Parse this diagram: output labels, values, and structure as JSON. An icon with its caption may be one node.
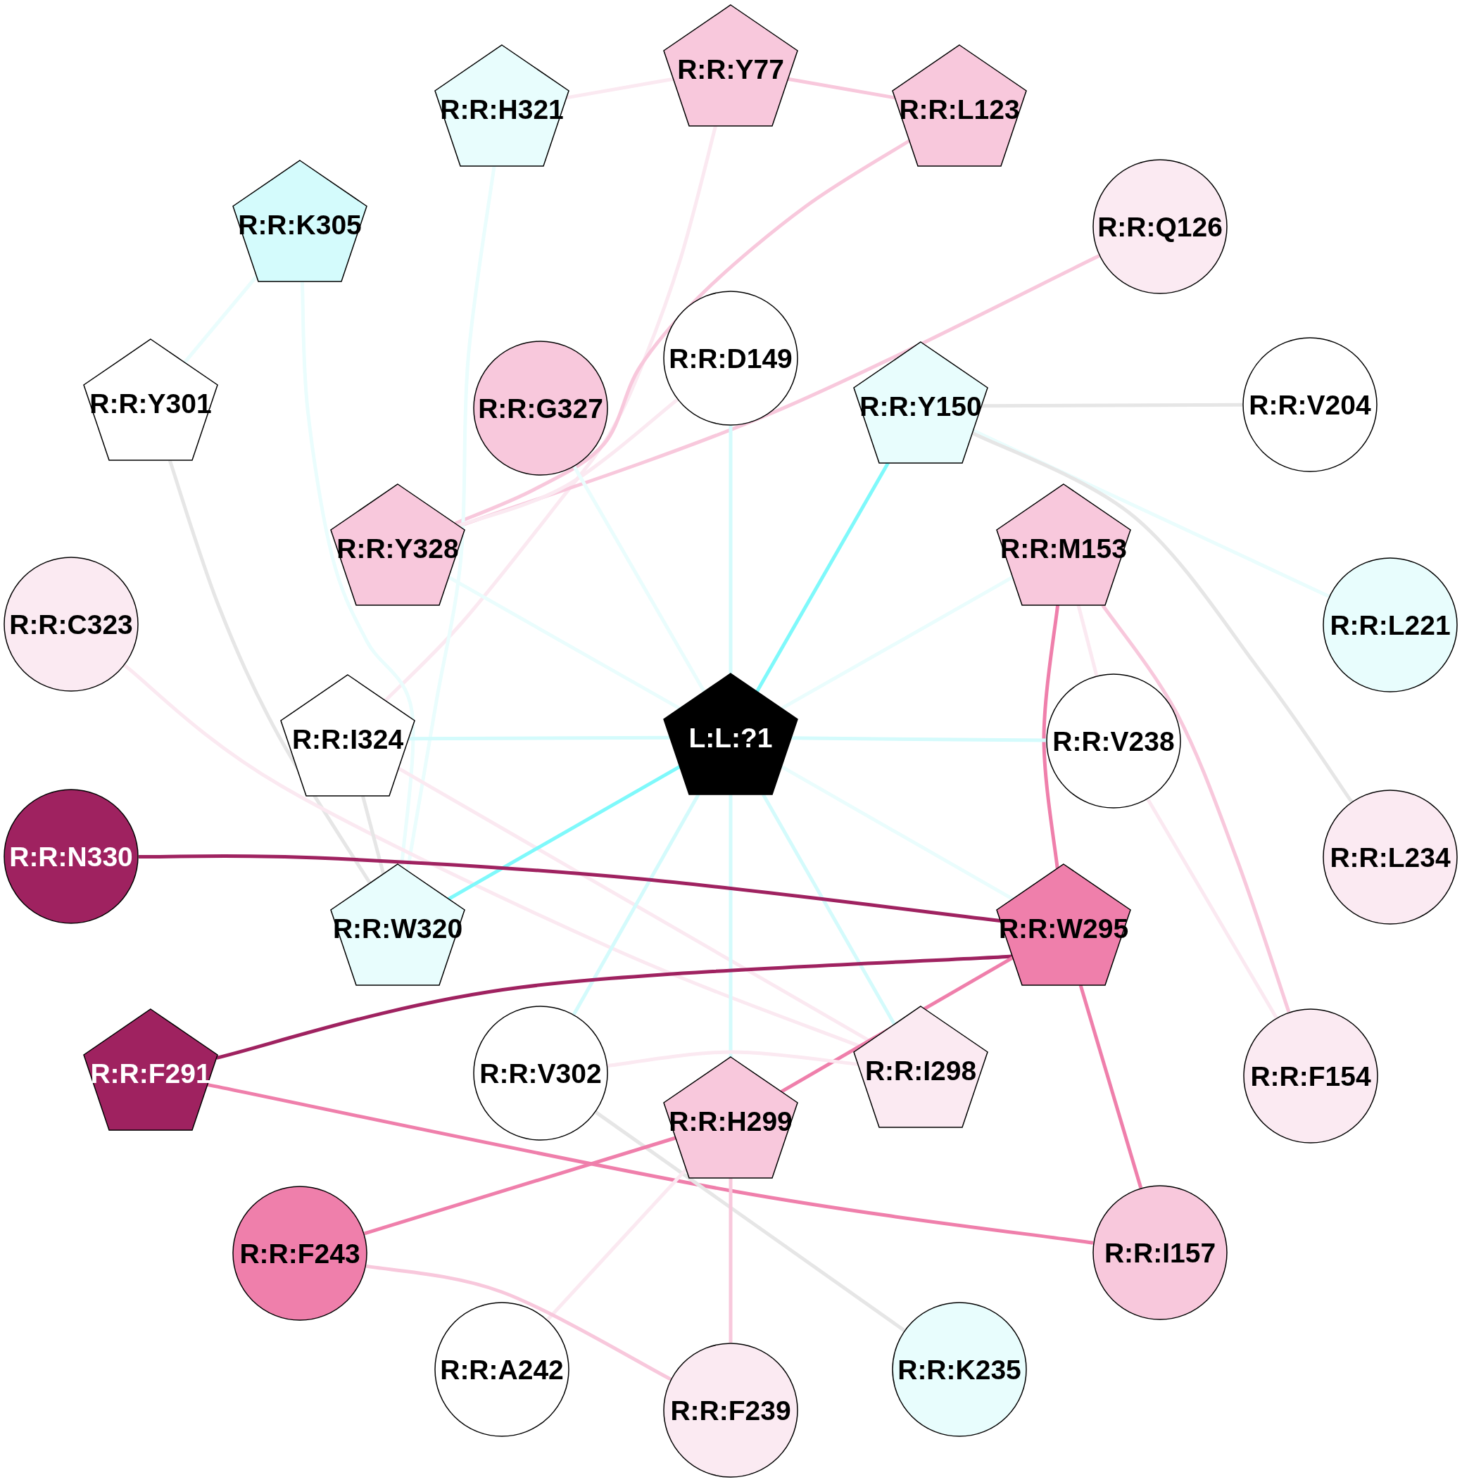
{
  "diagram": {
    "nodes": [
      {
        "text": [
          "R:R:Y77"
        ]
      },
      {
        "text": [
          "R:R:H321"
        ]
      },
      {
        "text": [
          "R:R:L123"
        ]
      },
      {
        "text": [
          "R:R:K305"
        ]
      },
      {
        "text": [
          "R:R:Q126"
        ]
      },
      {
        "text": [
          "R:R:D149"
        ]
      },
      {
        "text": [
          "R:R:Y301"
        ]
      },
      {
        "text": [
          "R:R:Y150"
        ]
      },
      {
        "text": [
          "R:R:G327"
        ]
      },
      {
        "text": [
          "R:R:V204"
        ]
      },
      {
        "text": [
          "R:R:Y328"
        ]
      },
      {
        "text": [
          "R:R:M153"
        ]
      },
      {
        "text": [
          "R:R:C323"
        ]
      },
      {
        "text": [
          "R:R:L221"
        ]
      },
      {
        "text": [
          "R:R:I324"
        ]
      },
      {
        "text": [
          "L:L:?1"
        ]
      },
      {
        "text": [
          "R:R:V238"
        ]
      },
      {
        "text": [
          "R:R:N330"
        ]
      },
      {
        "text": [
          "R:R:L234"
        ]
      },
      {
        "text": [
          "R:R:W320"
        ]
      },
      {
        "text": [
          "R:R:W295"
        ]
      },
      {
        "text": [
          "R:R:F291"
        ]
      },
      {
        "text": [
          "R:R:V302"
        ]
      },
      {
        "text": [
          "R:R:I298"
        ]
      },
      {
        "text": [
          "R:R:F154"
        ]
      },
      {
        "text": [
          "R:R:H299"
        ]
      },
      {
        "text": [
          "R:R:F243"
        ]
      },
      {
        "text": [
          "R:R:I157"
        ]
      },
      {
        "text": [
          "R:R:A242"
        ]
      },
      {
        "text": [
          "R:R:K235"
        ]
      },
      {
        "text": [
          "R:R:F239"
        ]
      }
    ],
    "edges": [
      {
        "from": 1,
        "to": 0,
        "arrow": "none",
        "color": "#fbe9f1"
      },
      {
        "from": 0,
        "to": 2,
        "arrow": "none",
        "color": "#f8c8dc"
      },
      {
        "from": 0,
        "to": 14,
        "arrow": "none",
        "color": "#fbe9f1"
      },
      {
        "from": 2,
        "to": 10,
        "arrow": "none",
        "color": "#f8c8dc"
      },
      {
        "from": 4,
        "to": 10,
        "arrow": "none",
        "color": "#f8c8dc"
      },
      {
        "from": 3,
        "to": 6,
        "arrow": "none",
        "color": "#eafdfd"
      },
      {
        "from": 3,
        "to": 19,
        "arrow": "none",
        "color": "#eafdfd"
      },
      {
        "from": 1,
        "to": 19,
        "arrow": "none",
        "color": "#eafdfd"
      },
      {
        "from": 5,
        "to": 10,
        "arrow": "none",
        "color": "#fbe9f1"
      },
      {
        "from": 5,
        "to": 15,
        "arrow": "none",
        "color": "#d4fbfc"
      },
      {
        "from": 7,
        "to": 9,
        "arrow": "none",
        "color": "#e6e6e6"
      },
      {
        "from": 7,
        "to": 15,
        "arrow": "none",
        "color": "#7ff9fb"
      },
      {
        "from": 7,
        "to": 13,
        "arrow": "none",
        "color": "#eafdfd"
      },
      {
        "from": 7,
        "to": 18,
        "arrow": "none",
        "color": "#e6e6e6"
      },
      {
        "from": 6,
        "to": 19,
        "arrow": "none",
        "color": "#e6e6e6"
      },
      {
        "from": 8,
        "to": 15,
        "arrow": "none",
        "color": "#eafdfd"
      },
      {
        "from": 10,
        "to": 15,
        "arrow": "none",
        "color": "#eafdfd"
      },
      {
        "from": 11,
        "to": 15,
        "arrow": "none",
        "color": "#eafdfd"
      },
      {
        "from": 11,
        "to": 20,
        "arrow": "none",
        "color": "#ef7fab"
      },
      {
        "from": 11,
        "to": 16,
        "arrow": "none",
        "color": "#fbe9f1"
      },
      {
        "from": 11,
        "to": 24,
        "arrow": "none",
        "color": "#f8c8dc"
      },
      {
        "from": 12,
        "to": 23,
        "arrow": "none",
        "color": "#fbe9f1"
      },
      {
        "from": 14,
        "to": 15,
        "arrow": "none",
        "color": "#d4fbfc"
      },
      {
        "from": 14,
        "to": 19,
        "arrow": "none",
        "color": "#e6e6e6"
      },
      {
        "from": 14,
        "to": 23,
        "arrow": "none",
        "color": "#fbe9f1"
      },
      {
        "from": 15,
        "to": 16,
        "arrow": "none",
        "color": "#d4fbfc"
      },
      {
        "from": 15,
        "to": 19,
        "arrow": "none",
        "color": "#7ff9fb"
      },
      {
        "from": 15,
        "to": 22,
        "arrow": "none",
        "color": "#d4fbfc"
      },
      {
        "from": 15,
        "to": 25,
        "arrow": "none",
        "color": "#d4fbfc"
      },
      {
        "from": 15,
        "to": 23,
        "arrow": "none",
        "color": "#d4fbfc"
      },
      {
        "from": 15,
        "to": 20,
        "arrow": "none",
        "color": "#eafdfd"
      },
      {
        "from": 16,
        "to": 24,
        "arrow": "none",
        "color": "#fbe9f1"
      },
      {
        "from": 17,
        "to": 20,
        "arrow": "none",
        "color": "#9f2260"
      },
      {
        "from": 21,
        "to": 20,
        "arrow": "none",
        "color": "#9f2260"
      },
      {
        "from": 21,
        "to": 27,
        "arrow": "none",
        "color": "#ef7fab"
      },
      {
        "from": 20,
        "to": 25,
        "arrow": "none",
        "color": "#ef7fab"
      },
      {
        "from": 20,
        "to": 27,
        "arrow": "none",
        "color": "#ef7fab"
      },
      {
        "from": 22,
        "to": 23,
        "arrow": "none",
        "color": "#fbe9f1"
      },
      {
        "from": 22,
        "to": 29,
        "arrow": "none",
        "color": "#e6e6e6"
      },
      {
        "from": 25,
        "to": 26,
        "arrow": "none",
        "color": "#ef7fab"
      },
      {
        "from": 25,
        "to": 30,
        "arrow": "none",
        "color": "#f8c8dc"
      },
      {
        "from": 25,
        "to": 28,
        "arrow": "none",
        "color": "#fbe9f1"
      },
      {
        "from": 26,
        "to": 30,
        "arrow": "none",
        "color": "#f8c8dc"
      }
    ]
  }
}
